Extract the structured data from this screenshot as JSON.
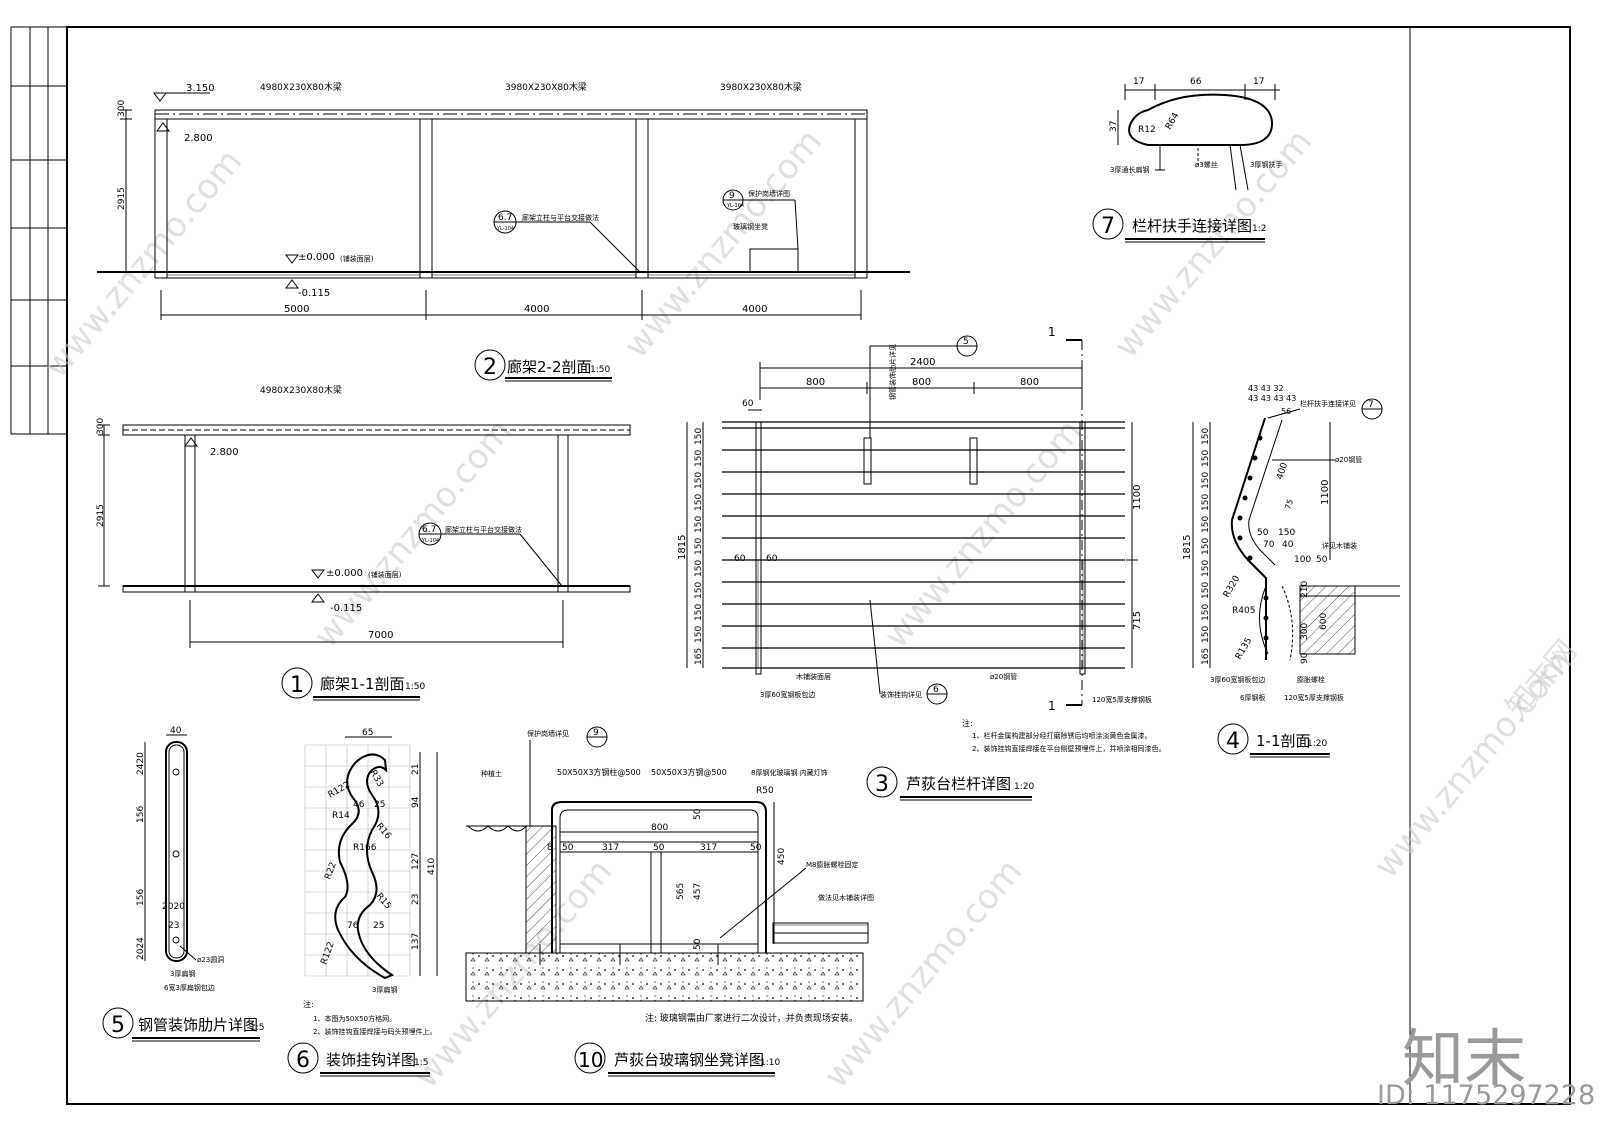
{
  "drawing_titles": {
    "t1": {
      "num": "1",
      "label": "廊架1-1剖面",
      "scale": "1:50"
    },
    "t2": {
      "num": "2",
      "label": "廊架2-2剖面",
      "scale": "1:50"
    },
    "t3": {
      "num": "3",
      "label": "芦荻台栏杆详图",
      "scale": "1:20"
    },
    "t4": {
      "num": "4",
      "label": "1-1剖面",
      "scale": "1:20"
    },
    "t5": {
      "num": "5",
      "label": "钢管装饰肋片详图",
      "scale": "1:5"
    },
    "t6": {
      "num": "6",
      "label": "装饰挂钩详图",
      "scale": "1:5"
    },
    "t7": {
      "num": "7",
      "label": "栏杆扶手连接详图",
      "scale": "1:2"
    },
    "t10": {
      "num": "10",
      "label": "芦荻台玻璃钢坐凳详图",
      "scale": "1:10"
    }
  },
  "section22": {
    "beam1": "4980X230X80木梁",
    "beam2": "3980X230X80木梁",
    "beam3": "3980X230X80木梁",
    "elev_top": "3.150",
    "elev_beam": "2.800",
    "dim_300": "300",
    "dim_2915": "2915",
    "elev_floor": "±0.000",
    "floor_note": "(铺装面层)",
    "elev_low": "-0.115",
    "span1": "5000",
    "span2": "4000",
    "span3": "4000",
    "callout67_top": "6.7",
    "callout67_bot": "YL-104",
    "callout67_text": "廊架立柱与平台交接做法",
    "callout9_top": "9",
    "callout9_bot": "YL-104",
    "callout9_text": "保护岗墙详图",
    "bench_text": "玻璃钢坐凳"
  },
  "section11": {
    "beam": "4980X230X80木梁",
    "elev_beam": "2.800",
    "dim_300": "300",
    "dim_2915": "2915",
    "elev_floor": "±0.000",
    "floor_note": "(铺装面层)",
    "elev_low": "-0.115",
    "span": "7000",
    "callout67_top": "6.7",
    "callout67_bot": "YL-104",
    "callout67_text": "廊架立柱与平台交接做法"
  },
  "railing": {
    "total": "2400",
    "bay1": "800",
    "bay2": "800",
    "bay3": "800",
    "d60a": "60",
    "d60b": "60",
    "d60c": "60",
    "h1815": "1815",
    "h1100": "1100",
    "h715": "715",
    "rows": [
      "150",
      "150",
      "150",
      "150",
      "150",
      "150",
      "150",
      "150",
      "150",
      "150",
      "150",
      "165"
    ],
    "sec_mark": "1",
    "sec_mark2": "1",
    "lbl_fin": "钢管装饰肋片详见",
    "lbl_fin_num": "5",
    "lbl_deck": "木铺装面层",
    "lbl_hook": "装饰挂钩详见",
    "lbl_hook_num": "6",
    "lbl_pipe": "ø20钢管",
    "lbl_plate": "3厚60宽钢板包边",
    "lbl_support": "120宽5厚支撑钢板",
    "notes_title": "注:",
    "note1": "1、栏杆金属构建部分经打磨除锈后均喷涂淡黄色金属漆。",
    "note2": "2、装饰挂钩直接焊接在平台侧壁预埋件上，并喷涂相同漆色。"
  },
  "section4": {
    "top_dims": "43 43 32",
    "top_dims2": "43 43 43 43",
    "d56": "56",
    "d400": "400",
    "d75": "75",
    "d50": "50",
    "d150": "150",
    "d70": "70",
    "d40": "40",
    "d100": "100",
    "d50b": "50",
    "d210": "210",
    "d300": "300",
    "d600": "600",
    "d90": "90",
    "r320": "R320",
    "r405": "R405",
    "r135": "R135",
    "h1100": "1100",
    "h1815": "1815",
    "rows": [
      "150",
      "150",
      "150",
      "150",
      "150",
      "150",
      "150",
      "150",
      "150",
      "150",
      "150",
      "165"
    ],
    "lbl_handrail": "栏杆扶手连接详见",
    "lbl_handrail_num": "7",
    "lbl_pipe": "ø20钢管",
    "lbl_deck": "详见木铺装",
    "lbl_plate": "3厚60宽钢板包边",
    "lbl_bolt": "膨胀螺栓",
    "lbl_flat": "6厚钢板",
    "lbl_support": "120宽5厚支撑钢板"
  },
  "detail7": {
    "d17a": "17",
    "d66": "66",
    "d17b": "17",
    "d37": "37",
    "r12": "R12",
    "r64": "R64",
    "lbl_left": "3厚通长扁钢",
    "lbl_mid": "ø3螺丝",
    "lbl_right": "3厚钢扶手"
  },
  "detail5": {
    "w40": "40",
    "d2420": "2420",
    "d156a": "156",
    "d156b": "156",
    "d2020": "2020",
    "d23": "23",
    "d2024": "2024",
    "lbl_hole": "ø23圆洞",
    "lbl_flat": "3厚扁钢",
    "lbl_edge": "6宽3厚扁钢包边"
  },
  "detail6": {
    "d65": "65",
    "r33": "R33",
    "r122a": "R122",
    "r14": "R14",
    "d46": "46",
    "d25a": "25",
    "r16": "R16",
    "r166": "R166",
    "r22": "R22",
    "r15": "R15",
    "d76": "76",
    "d25b": "25",
    "r122b": "R122",
    "v21": "21",
    "v94": "94",
    "v127": "127",
    "v23": "23",
    "v137": "137",
    "v410": "410",
    "lbl_flat": "3厚扁钢",
    "notes_title": "注:",
    "note1": "1、本图为50X50方格网。",
    "note2": "2、装饰挂钩直接焊接与码头预埋件上。"
  },
  "detail10": {
    "lbl_guard": "保护岗墙详见",
    "lbl_guard_num": "9",
    "lbl_soil": "种植土",
    "lbl_tube1": "50X50X3方钢柱@500",
    "lbl_tube2": "50X50X3方钢@500",
    "lbl_top": "8厚钢化玻璃钢 内藏灯饰",
    "r50": "R50",
    "d800": "800",
    "d50a": "50",
    "d317a": "317",
    "d50b": "50",
    "d317b": "317",
    "d50c": "50",
    "d8": "8",
    "d50d": "50",
    "d450": "450",
    "d565": "565",
    "d457": "457",
    "d50e": "50",
    "lbl_bolt": "M8膨胀螺栓固定",
    "lbl_deck": "做法见木铺装详图",
    "note": "注: 玻璃钢需由厂家进行二次设计，并负责现场安装。"
  },
  "watermark": {
    "site": "www.znzmo.com",
    "brand_cn": "知末网",
    "logo": "知末",
    "id": "ID: 1175297228"
  }
}
